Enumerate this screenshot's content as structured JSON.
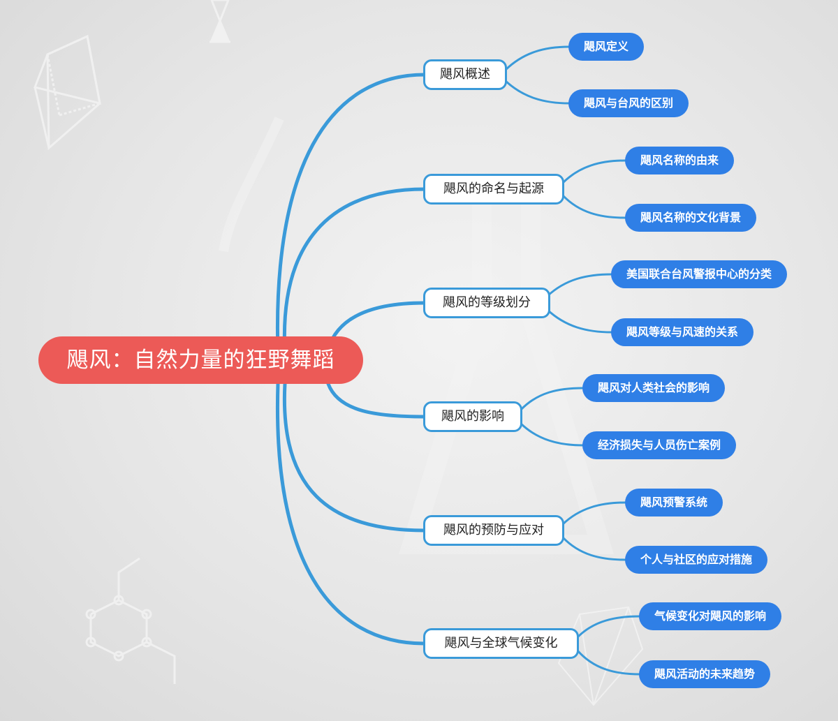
{
  "colors": {
    "root_bg": "#ec5a57",
    "branch_border": "#3a9ad9",
    "leaf_bg": "#2f7fe6",
    "link": "#3a9ad9",
    "background": "#e6e6e6"
  },
  "root": {
    "label": "飓风：自然力量的狂野舞蹈"
  },
  "branches": [
    {
      "label": "飓风概述",
      "children": [
        {
          "label": "飓风定义"
        },
        {
          "label": "飓风与台风的区别"
        }
      ]
    },
    {
      "label": "飓风的命名与起源",
      "children": [
        {
          "label": "飓风名称的由来"
        },
        {
          "label": "飓风名称的文化背景"
        }
      ]
    },
    {
      "label": "飓风的等级划分",
      "children": [
        {
          "label": "美国联合台风警报中心的分类"
        },
        {
          "label": "飓风等级与风速的关系"
        }
      ]
    },
    {
      "label": "飓风的影响",
      "children": [
        {
          "label": "飓风对人类社会的影响"
        },
        {
          "label": "经济损失与人员伤亡案例"
        }
      ]
    },
    {
      "label": "飓风的预防与应对",
      "children": [
        {
          "label": "飓风预警系统"
        },
        {
          "label": "个人与社区的应对措施"
        }
      ]
    },
    {
      "label": "飓风与全球气候变化",
      "children": [
        {
          "label": "气候变化对飓风的影响"
        },
        {
          "label": "飓风活动的未来趋势"
        }
      ]
    }
  ]
}
